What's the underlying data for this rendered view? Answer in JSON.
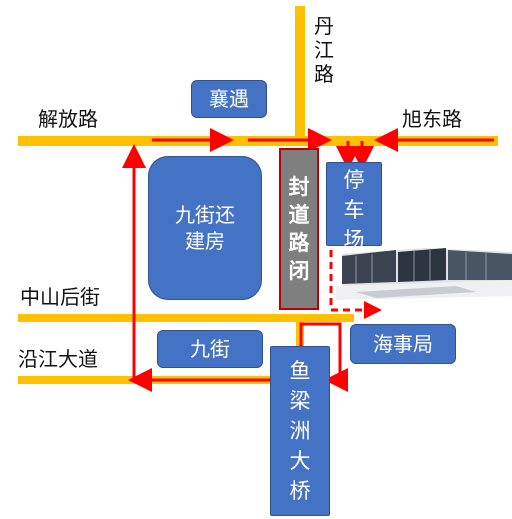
{
  "roads": {
    "danjiang": "丹江路",
    "jiefang": "解放路",
    "xudong": "旭东路",
    "zhongshanhou": "中山后街",
    "yanjiang": "沿江大道"
  },
  "places": {
    "xiangyu": "襄遇",
    "jiujie_rebuild": "九街还建房",
    "jiujie": "九街",
    "parking": "停车场",
    "maritime": "海事局",
    "bridge": "鱼梁洲大桥"
  },
  "closure": "封道路闭",
  "colors": {
    "road": "#ffc000",
    "block": "#4472c4",
    "route": "#ff0000",
    "closed_fill": "#7f7f7f",
    "closed_border": "#c00000"
  }
}
